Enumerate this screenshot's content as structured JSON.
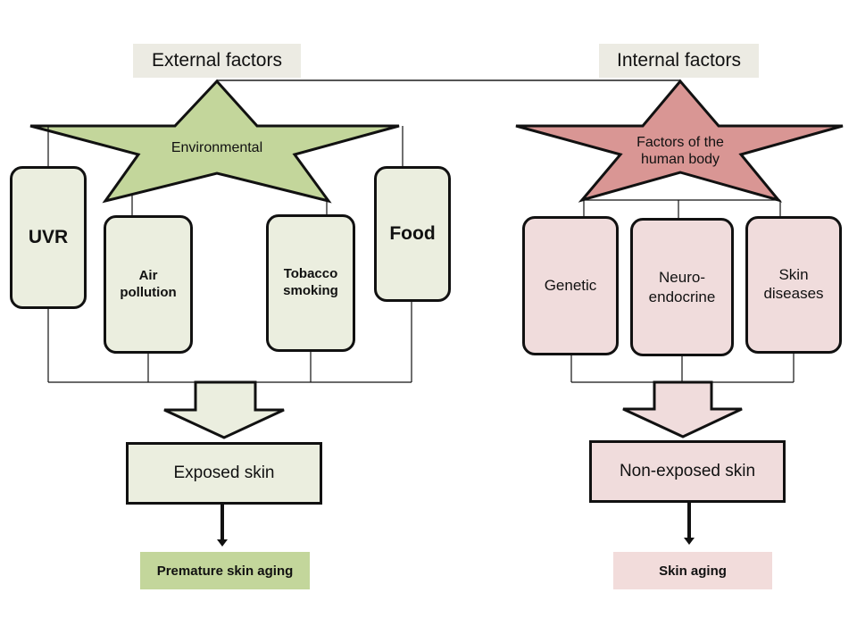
{
  "colors": {
    "external_star": "#c3d69b",
    "external_box": "#ebeedf",
    "external_result": "#c3d69b",
    "internal_star": "#d99694",
    "internal_box": "#f0dcdc",
    "internal_result": "#f2dcdb",
    "header_bg": "#ecebe3",
    "line": "#111111"
  },
  "external": {
    "header": "External factors",
    "star_label": "Environmental",
    "factors": [
      {
        "label": "UVR"
      },
      {
        "label": "Air pollution"
      },
      {
        "label": "Tobacco smoking"
      },
      {
        "label": "Food"
      }
    ],
    "target": "Exposed skin",
    "result": "Premature skin aging"
  },
  "internal": {
    "header": "Internal factors",
    "star_label": "Factors of the human body",
    "factors": [
      {
        "label": "Genetic"
      },
      {
        "label": "Neuro-endocrine"
      },
      {
        "label": "Skin diseases"
      }
    ],
    "target": "Non-exposed skin",
    "result": "Skin aging"
  }
}
